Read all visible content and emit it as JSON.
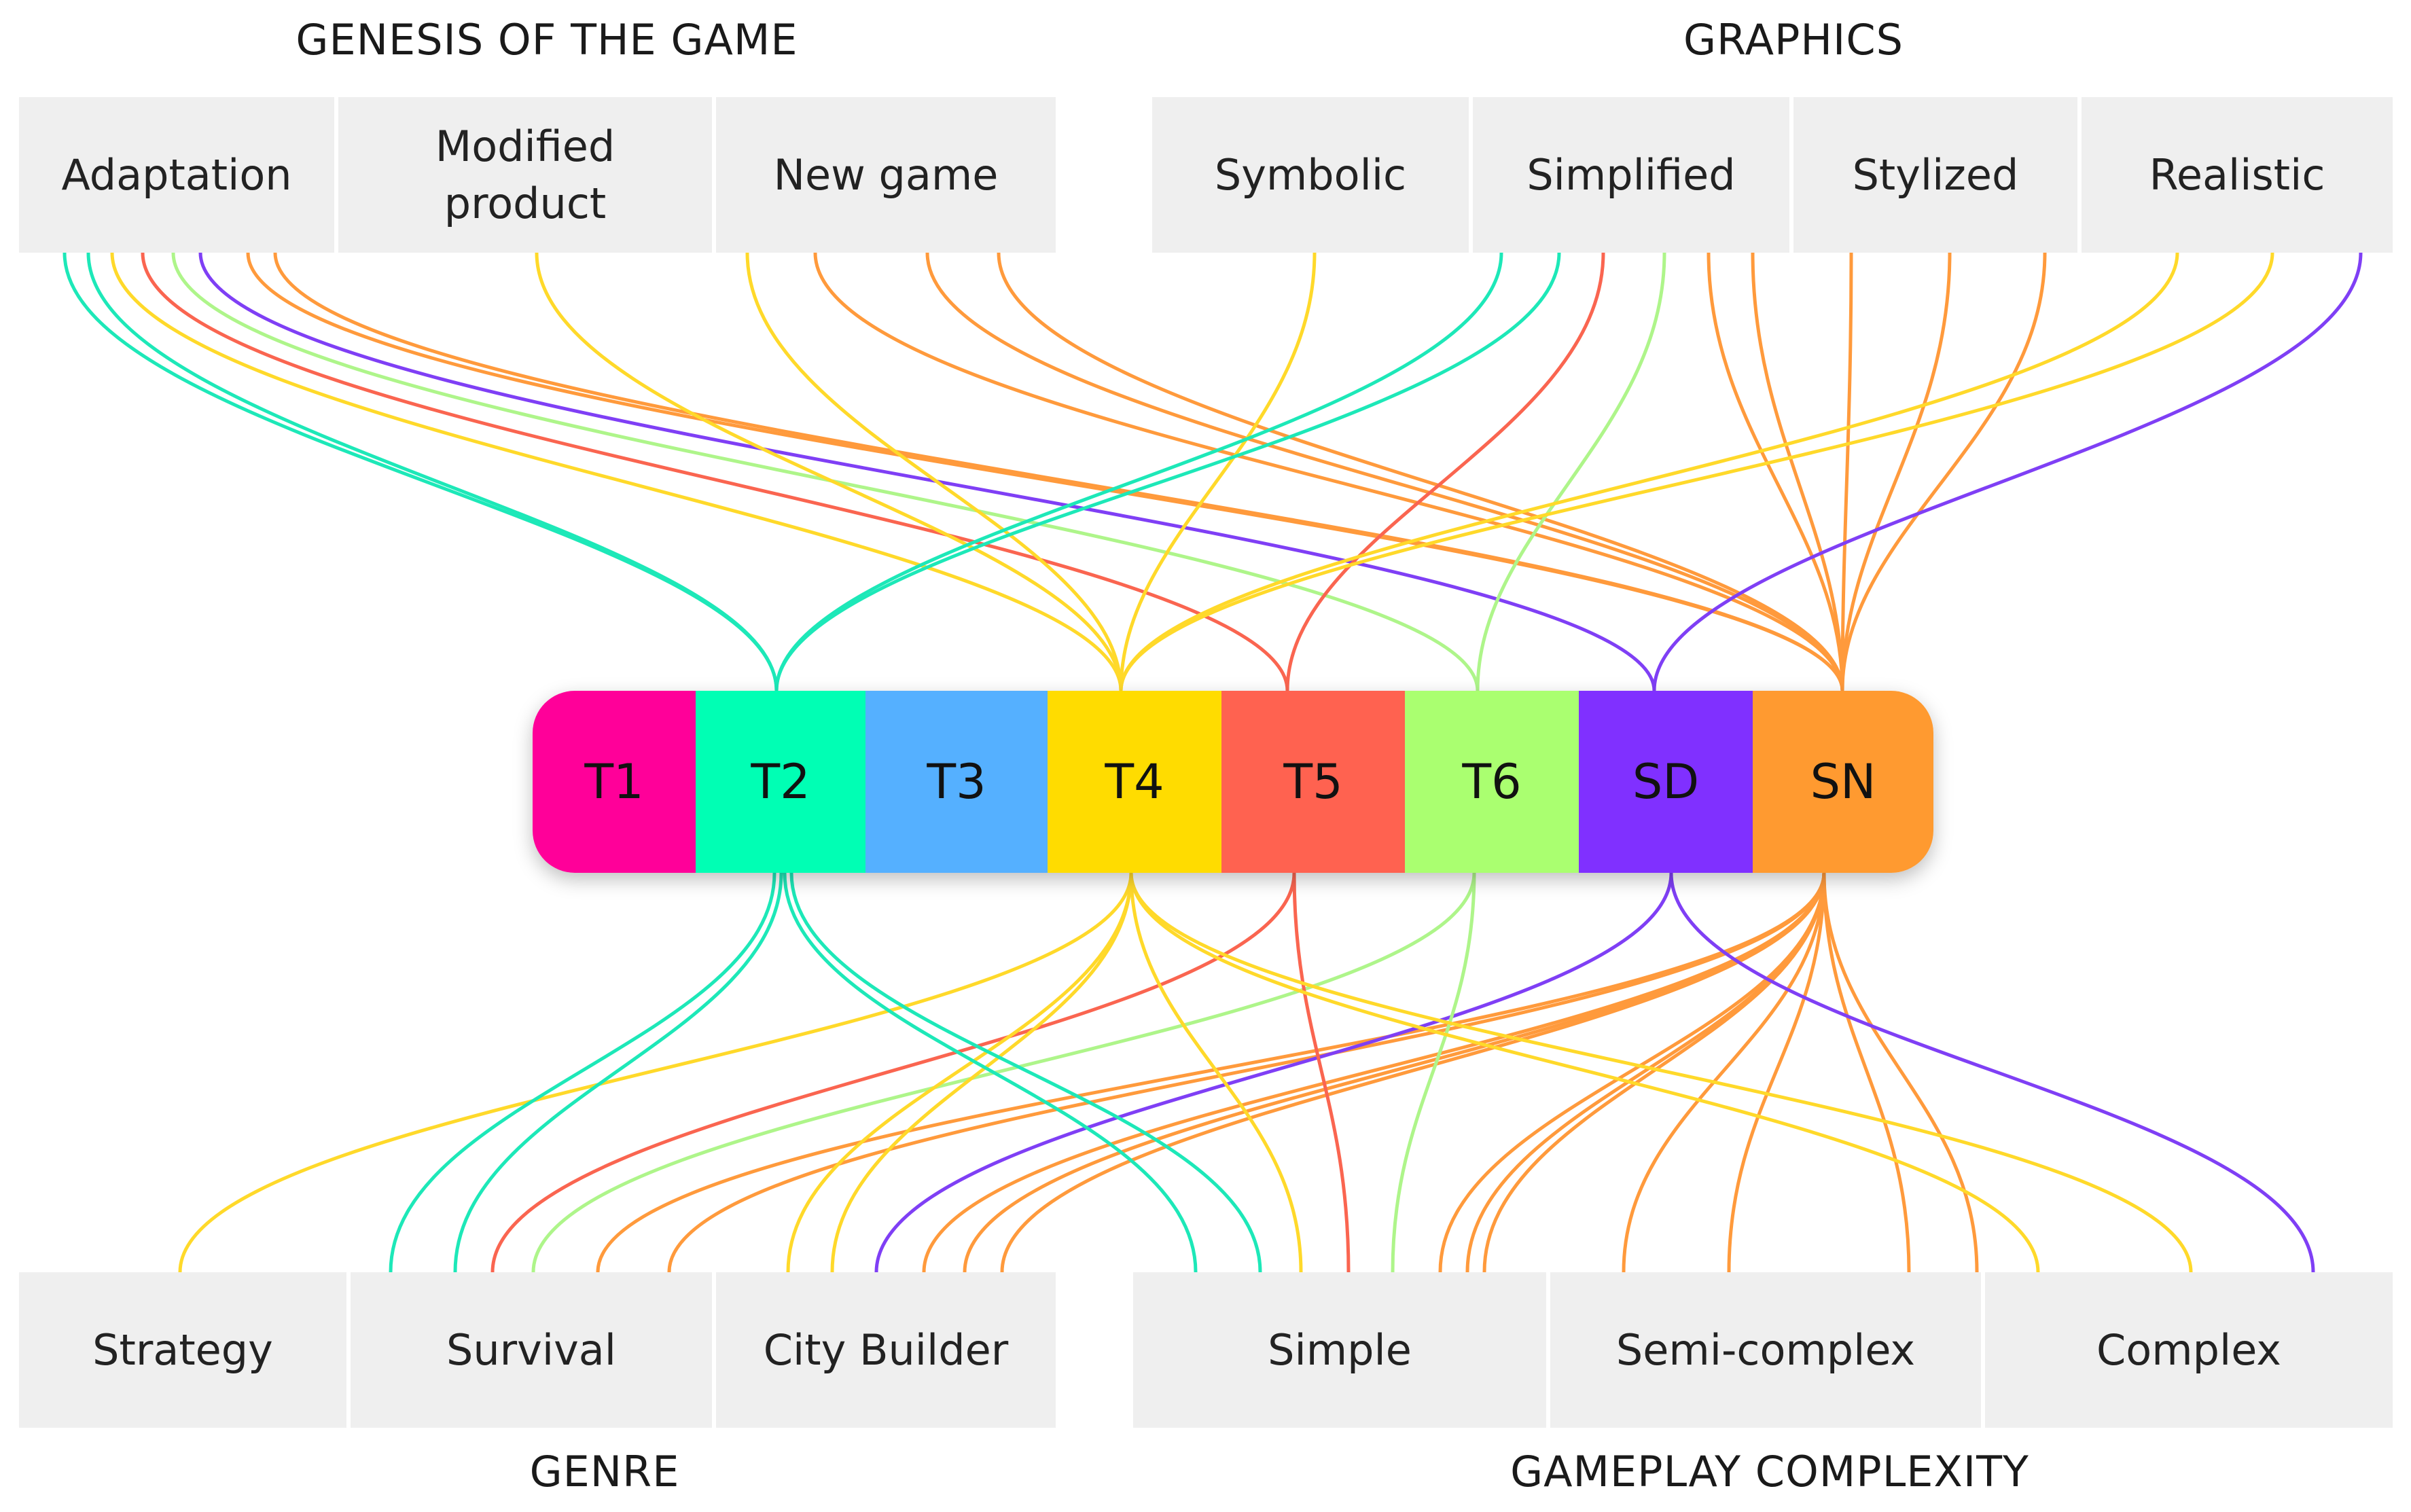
{
  "headings": {
    "genesis": "GENESIS OF THE GAME",
    "graphics": "GRAPHICS",
    "genre": "GENRE",
    "complexity": "GAMEPLAY COMPLEXITY"
  },
  "genesis_options": [
    "Adaptation",
    "Modified product",
    "New game"
  ],
  "graphics_options": [
    "Symbolic",
    "Simplified",
    "Stylized",
    "Realistic"
  ],
  "genre_options": [
    "Strategy",
    "Survival",
    "City Builder"
  ],
  "complexity_options": [
    "Simple",
    "Semi-complex",
    "Complex"
  ],
  "types": [
    {
      "label": "T1",
      "color": "#ff0099"
    },
    {
      "label": "T2",
      "color": "#00ffb4"
    },
    {
      "label": "T3",
      "color": "#55b0ff"
    },
    {
      "label": "T4",
      "color": "#ffdc00"
    },
    {
      "label": "T5",
      "color": "#ff6250"
    },
    {
      "label": "T6",
      "color": "#aaff70"
    },
    {
      "label": "SD",
      "color": "#8030ff"
    },
    {
      "label": "SN",
      "color": "#ff9a30"
    }
  ],
  "line_colors": {
    "T2": "#1de8b8",
    "T4": "#ffd92a",
    "T5": "#fa6550",
    "T6": "#aef58a",
    "SD": "#7f3ff5",
    "SN": "#ff9a3c"
  }
}
